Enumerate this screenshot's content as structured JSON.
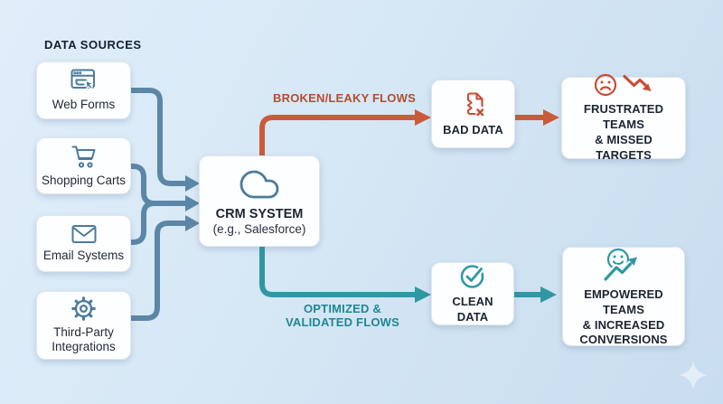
{
  "title": {
    "label": "DATA SOURCES"
  },
  "sources": [
    {
      "label": "Web Forms",
      "icon": "web-form-browser-icon"
    },
    {
      "label": "Shopping Carts",
      "icon": "shopping-cart-icon"
    },
    {
      "label": "Email Systems",
      "icon": "email-envelope-icon"
    },
    {
      "label": "Third-Party Integrations",
      "icon": "gear-icon"
    }
  ],
  "crm": {
    "title": "CRM SYSTEM",
    "subtitle": "(e.g., Salesforce)",
    "icon": "cloud-icon"
  },
  "flows": {
    "broken": {
      "label": "BROKEN/LEAKY FLOWS",
      "line_color": "#cb5a3b",
      "text_color": "#b14e2f"
    },
    "optimized": {
      "lines": [
        "OPTIMIZED &",
        "VALIDATED FLOWS"
      ],
      "line_color": "#2f98a2",
      "text_color": "#1f8793"
    }
  },
  "nodes": {
    "bad_data": {
      "label": "BAD DATA",
      "icon": "broken-document-icon"
    },
    "frustrated": {
      "lines": [
        "FRUSTRATED TEAMS",
        "& MISSED TARGETS"
      ],
      "icons": [
        "sad-face-icon",
        "downward-zigzag-arrow-icon"
      ]
    },
    "clean_data": {
      "label": "CLEAN DATA",
      "icon": "check-circle-icon"
    },
    "empowered": {
      "lines": [
        "EMPOWERED TEAMS",
        "& INCREASED",
        "CONVERSIONS"
      ],
      "icons": [
        "happy-face-icon",
        "upward-trend-arrow-icon"
      ]
    }
  },
  "colors": {
    "connector_blue": "#5b86a6",
    "icon_blue": "#4b7b9b",
    "broken_orange": "#cb5a3b",
    "optimized_teal": "#2f98a2",
    "text_dark": "#1d2734",
    "background_top": "#e0eefa",
    "background_bottom": "#c8ddef"
  },
  "watermark": {
    "icon": "sparkle-icon"
  }
}
